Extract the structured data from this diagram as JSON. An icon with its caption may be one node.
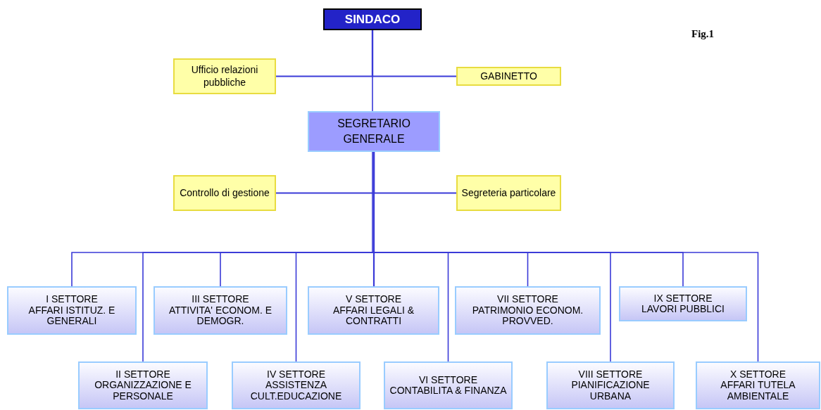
{
  "diagram": {
    "nodes": [
      {
        "text": [
          "SINDACO"
        ]
      },
      {
        "text": [
          "Ufficio relazioni pubbliche"
        ]
      },
      {
        "text": [
          "GABINETTO"
        ]
      },
      {
        "text": [
          "SEGRETARIO GENERALE"
        ]
      },
      {
        "text": [
          "Controllo di gestione"
        ]
      },
      {
        "text": [
          "Segreteria particolare"
        ]
      },
      {
        "text": [
          "I SETTORE",
          "AFFARI ISTITUZ. E GENERALI"
        ]
      },
      {
        "text": [
          "II SETTORE",
          "ORGANIZZAZIONE E PERSONALE"
        ]
      },
      {
        "text": [
          "III SETTORE",
          "ATTIVITA' ECONOM. E DEMOGR."
        ]
      },
      {
        "text": [
          "IV SETTORE",
          "ASSISTENZA CULT.EDUCAZIONE"
        ]
      },
      {
        "text": [
          "V SETTORE",
          "AFFARI LEGALI & CONTRATTI"
        ]
      },
      {
        "text": [
          "VI SETTORE",
          "CONTABILITA & FINANZA"
        ]
      },
      {
        "text": [
          "VII SETTORE",
          "PATRIMONIO ECONOM. PROVVED."
        ]
      },
      {
        "text": [
          "VIII SETTORE",
          "PIANIFICAZIONE URBANA"
        ]
      },
      {
        "text": [
          "IX SETTORE",
          "LAVORI PUBBLICI"
        ]
      },
      {
        "text": [
          "X SETTORE",
          "AFFARI TUTELA AMBIENTALE"
        ]
      }
    ],
    "edges": [
      {
        "from": 0,
        "to": 3,
        "arrow": "none"
      },
      {
        "from": 0,
        "to": 1,
        "arrow": "none"
      },
      {
        "from": 0,
        "to": 2,
        "arrow": "none"
      },
      {
        "from": 3,
        "to": 4,
        "arrow": "none"
      },
      {
        "from": 3,
        "to": 5,
        "arrow": "none"
      },
      {
        "from": 3,
        "to": 6,
        "arrow": "none"
      },
      {
        "from": 3,
        "to": 7,
        "arrow": "none"
      },
      {
        "from": 3,
        "to": 8,
        "arrow": "none"
      },
      {
        "from": 3,
        "to": 9,
        "arrow": "none"
      },
      {
        "from": 3,
        "to": 10,
        "arrow": "none"
      },
      {
        "from": 3,
        "to": 11,
        "arrow": "none"
      },
      {
        "from": 3,
        "to": 12,
        "arrow": "none"
      },
      {
        "from": 3,
        "to": 13,
        "arrow": "none"
      },
      {
        "from": 3,
        "to": 14,
        "arrow": "none"
      },
      {
        "from": 3,
        "to": 15,
        "arrow": "none"
      }
    ],
    "labels": [
      "Fig.1"
    ]
  }
}
